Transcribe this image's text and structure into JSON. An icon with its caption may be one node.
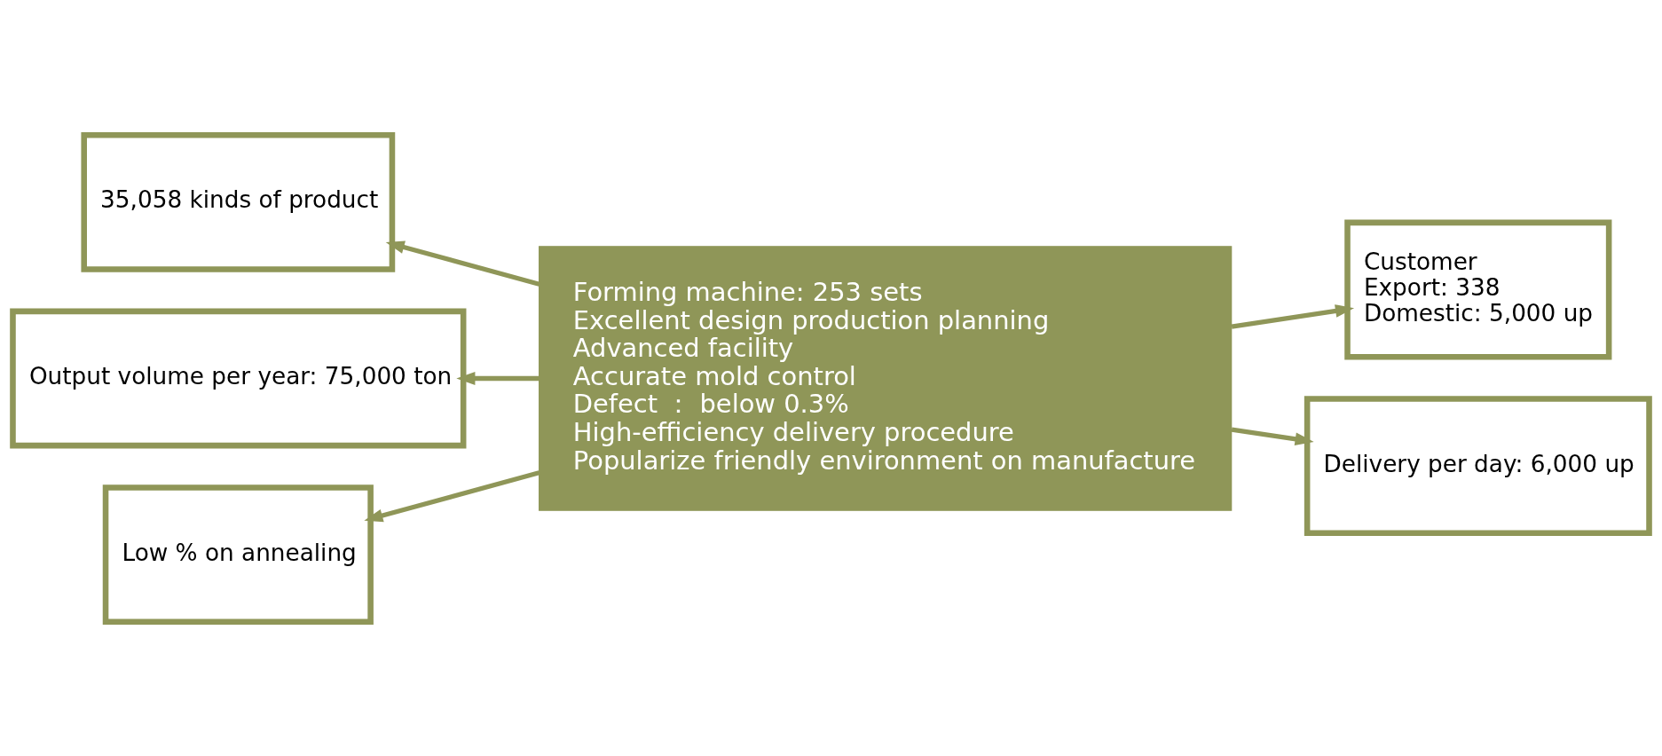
{
  "diagram": {
    "nodes": [
      {
        "text": [
          "Forming machine: 253 sets",
          "Excellent design production planning",
          "Advanced facility",
          "Accurate mold control",
          "Defect ： below 0.3%",
          "High-efficiency delivery procedure",
          "Popularize friendly environment on manufacture"
        ]
      },
      {
        "text": [
          "35,058 kinds of product"
        ]
      },
      {
        "text": [
          "Output volume per year: 75,000 ton"
        ]
      },
      {
        "text": [
          "Low % on annealing"
        ]
      },
      {
        "text": [
          "Customer",
          "Export: 338",
          "Domestic: 5,000 up"
        ]
      },
      {
        "text": [
          "Delivery per day: 6,000 up"
        ]
      }
    ],
    "edges": [
      {
        "from": 0,
        "to": 1,
        "arrow": "to"
      },
      {
        "from": 0,
        "to": 2,
        "arrow": "to"
      },
      {
        "from": 0,
        "to": 3,
        "arrow": "to"
      },
      {
        "from": 0,
        "to": 4,
        "arrow": "to"
      },
      {
        "from": 0,
        "to": 5,
        "arrow": "to"
      }
    ]
  }
}
